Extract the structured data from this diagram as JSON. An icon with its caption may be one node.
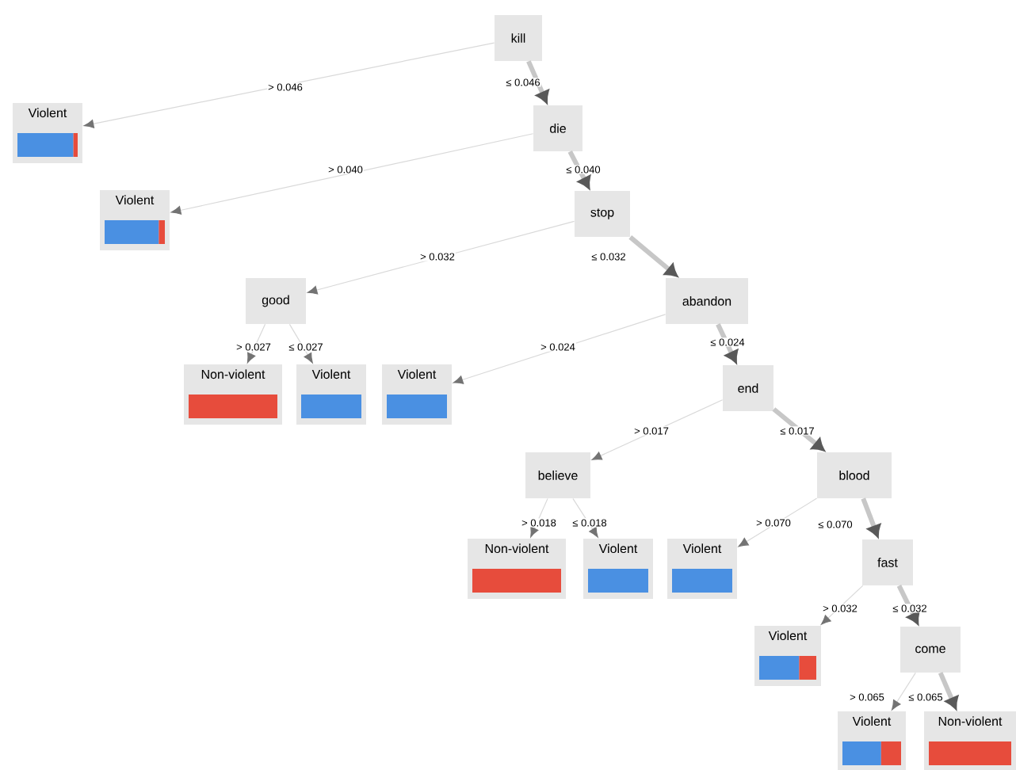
{
  "diagram": {
    "nodes": [
      {
        "text": [
          "kill"
        ]
      },
      {
        "text": [
          "Violent"
        ]
      },
      {
        "text": [
          "die"
        ]
      },
      {
        "text": [
          "Violent"
        ]
      },
      {
        "text": [
          "stop"
        ]
      },
      {
        "text": [
          "good"
        ]
      },
      {
        "text": [
          "abandon"
        ]
      },
      {
        "text": [
          "Non-violent"
        ]
      },
      {
        "text": [
          "Violent"
        ]
      },
      {
        "text": [
          "Violent"
        ]
      },
      {
        "text": [
          "end"
        ]
      },
      {
        "text": [
          "believe"
        ]
      },
      {
        "text": [
          "blood"
        ]
      },
      {
        "text": [
          "Non-violent"
        ]
      },
      {
        "text": [
          "Violent"
        ]
      },
      {
        "text": [
          "Violent"
        ]
      },
      {
        "text": [
          "fast"
        ]
      },
      {
        "text": [
          "Violent"
        ]
      },
      {
        "text": [
          "come"
        ]
      },
      {
        "text": [
          "Violent"
        ]
      },
      {
        "text": [
          "Non-violent"
        ]
      }
    ],
    "edges": [
      {
        "from": 0,
        "to": 1,
        "arrow": "to",
        "label": "> 0.046"
      },
      {
        "from": 0,
        "to": 2,
        "arrow": "to",
        "label": "≤ 0.046",
        "style": "thick"
      },
      {
        "from": 2,
        "to": 3,
        "arrow": "to",
        "label": "> 0.040"
      },
      {
        "from": 2,
        "to": 4,
        "arrow": "to",
        "label": "≤ 0.040",
        "style": "thick"
      },
      {
        "from": 4,
        "to": 5,
        "arrow": "to",
        "label": "> 0.032"
      },
      {
        "from": 4,
        "to": 6,
        "arrow": "to",
        "label": "≤ 0.032",
        "style": "thick"
      },
      {
        "from": 5,
        "to": 7,
        "arrow": "to",
        "label": "> 0.027"
      },
      {
        "from": 5,
        "to": 8,
        "arrow": "to",
        "label": "≤ 0.027"
      },
      {
        "from": 6,
        "to": 9,
        "arrow": "to",
        "label": "> 0.024"
      },
      {
        "from": 6,
        "to": 10,
        "arrow": "to",
        "label": "≤ 0.024",
        "style": "thick"
      },
      {
        "from": 10,
        "to": 11,
        "arrow": "to",
        "label": "> 0.017"
      },
      {
        "from": 10,
        "to": 12,
        "arrow": "to",
        "label": "≤ 0.017",
        "style": "thick"
      },
      {
        "from": 11,
        "to": 13,
        "arrow": "to",
        "label": "> 0.018"
      },
      {
        "from": 11,
        "to": 14,
        "arrow": "to",
        "label": "≤ 0.018"
      },
      {
        "from": 12,
        "to": 15,
        "arrow": "to",
        "label": "> 0.070"
      },
      {
        "from": 12,
        "to": 16,
        "arrow": "to",
        "label": "≤ 0.070",
        "style": "thick"
      },
      {
        "from": 16,
        "to": 17,
        "arrow": "to",
        "label": "> 0.032"
      },
      {
        "from": 16,
        "to": 18,
        "arrow": "to",
        "label": "≤ 0.032",
        "style": "thick"
      },
      {
        "from": 18,
        "to": 19,
        "arrow": "to",
        "label": "> 0.065"
      },
      {
        "from": 18,
        "to": 20,
        "arrow": "to",
        "label": "≤ 0.065",
        "style": "thick"
      }
    ]
  }
}
